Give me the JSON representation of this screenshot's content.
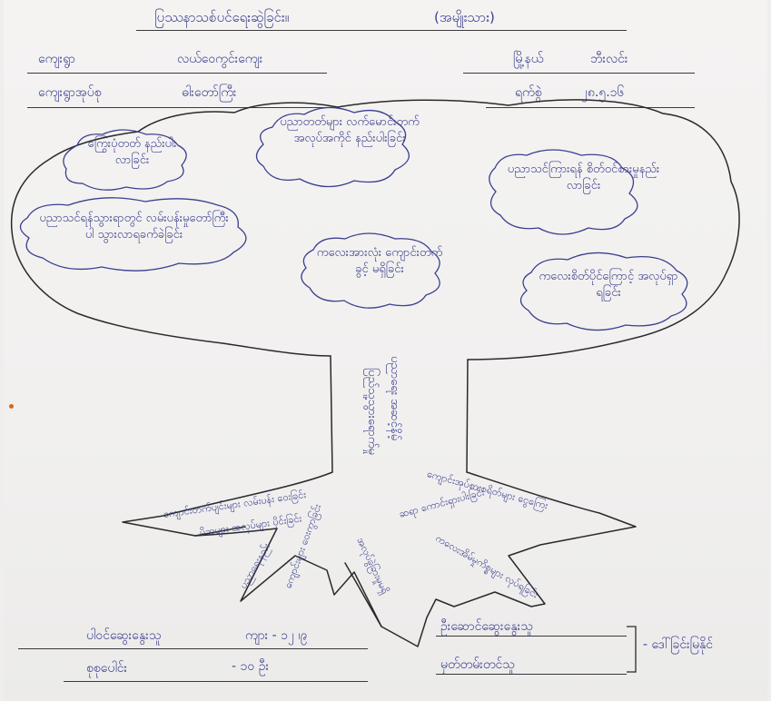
{
  "header": {
    "title": "ပြဿနာသစ်ပင်ရေးဆွဲခြင်း။",
    "group": "(အမျိုးသား)",
    "village_label": "ကျေးရွာ",
    "village_value": "လယ်ဝေကွင်းကျေး",
    "township_label": "မြို့နယ်",
    "township_value": "ဘီးလင်း",
    "tract_label": "ကျေးရွာအုပ်စု",
    "tract_value": "ဓါးတော်ကြီး",
    "date_label": "ရက်စွဲ",
    "date_value": "၂၈.၅.၁၆"
  },
  "leaves": [
    {
      "text": "ပညာတတ်များ လက်မောင်းတက် အလုပ်အကိုင် နည်းပါးခြင်း"
    },
    {
      "text": "ကြွေးပုံတတ် နည်းပါးလာခြင်း"
    },
    {
      "text": "ပညာသင်ကြားရန် စိတ်ဝင်စားမှုနည်း လာခြင်း"
    },
    {
      "text": "ပညာသင်ရန်သွားရာတွင် လမ်းပန်းမှုတော်ကြီးပါ သွားလာရခက်ခဲခြင်း"
    },
    {
      "text": "ကလေးအားလုံး ကျောင်းတက်ခွင့် မရှိခြင်း"
    },
    {
      "text": "ကလေးစိတ်ပိုင်ကြောင့် အလုပ်ရှာရခြင်း"
    }
  ],
  "trunk": {
    "line1": "ပညာရေး အဆင့်နိမ့်",
    "line2": "ပြည်သူ့သွားရောက်မှု"
  },
  "roots": [
    {
      "text": "ကျောင်းတက်ပျင်းများ လမ်းပန်း ဝေးခြင်း"
    },
    {
      "text": "မိဘများ အလုပ်များ ပိုင်းခြင်း"
    },
    {
      "text": "ပညာရေးနည်း"
    },
    {
      "text": "ကျောင်းများ ဝေးကွာခြင်း"
    },
    {
      "text": "အလုပ်ခွဲခြားမှုမရှိ"
    },
    {
      "text": "ဆရာ ကောင်းရှားပါးခြင်း"
    },
    {
      "text": "ကျောင်းအုပ်စားစရိတ်များ ငွေကြေး"
    },
    {
      "text": "ကလေးအိမ်မှုကိစ္စများ လုပ်ရခြင်း"
    }
  ],
  "footer": {
    "participants_label": "ပါဝင်ဆွေးနွေးသူ",
    "participants_value": "ကျား - ၁၂  ၊၉",
    "total_label": "စုစုပေါင်း",
    "total_value": "- ၁၀ ဦး",
    "facilitator_label": "ဦးဆောင်ဆွေးနွေးသူ",
    "recorder_label": "မှတ်တမ်းတင်သူ",
    "names_value": "- ဒေါ်ခြင်းမြနိုင်"
  }
}
